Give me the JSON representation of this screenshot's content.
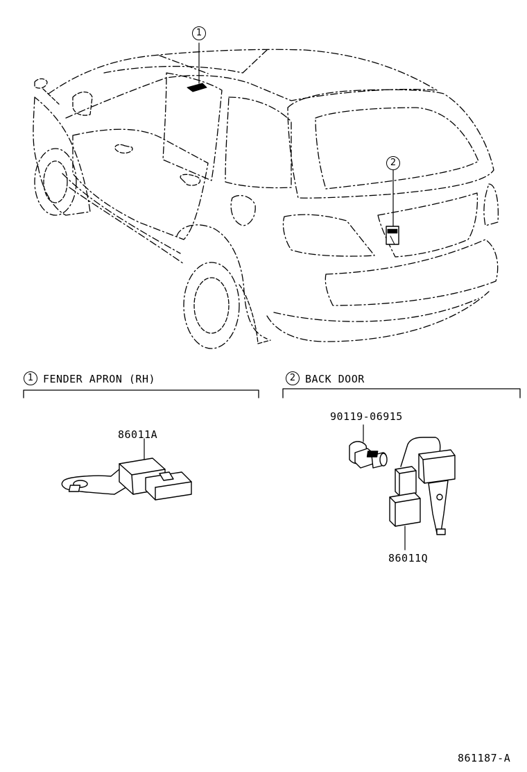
{
  "callouts": {
    "one": "1",
    "two": "2"
  },
  "sections": [
    {
      "number": "1",
      "title": "FENDER APRON (RH)"
    },
    {
      "number": "2",
      "title": "BACK DOOR"
    }
  ],
  "parts": {
    "fender_sensor": "86011A",
    "bolt": "90119-06915",
    "backdoor_sensor": "86011Q"
  },
  "figure_id": "861187-A"
}
